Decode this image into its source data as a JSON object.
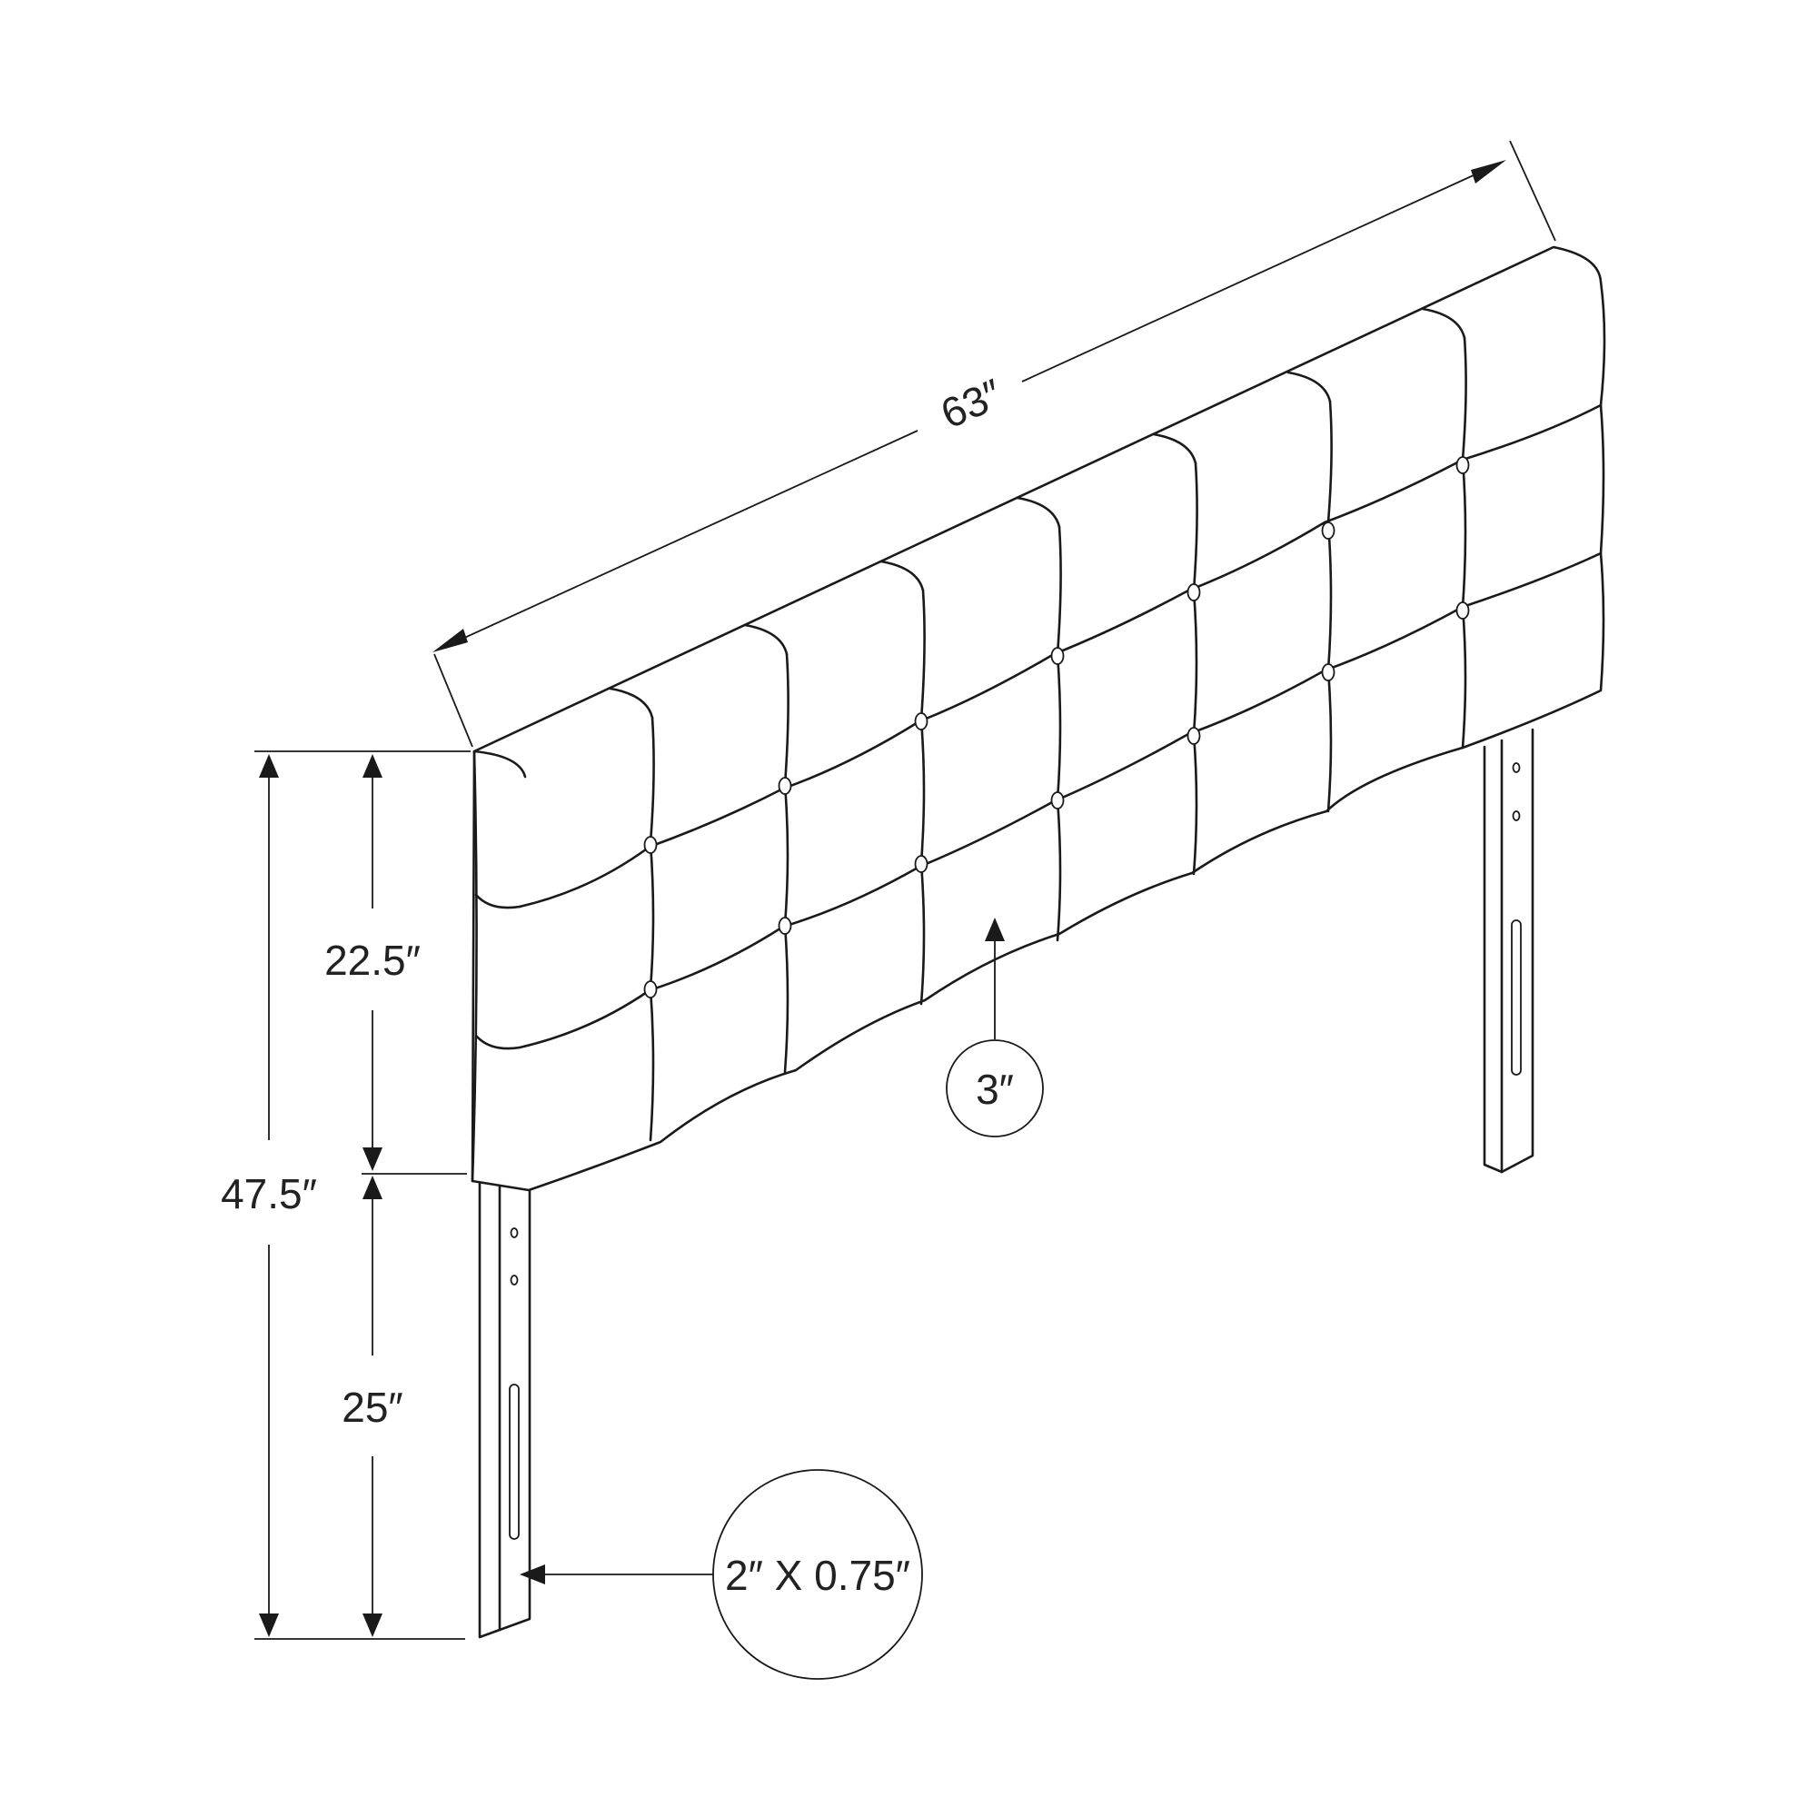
{
  "dimensions": {
    "width": "63″",
    "total_height": "47.5″",
    "panel_height": "22.5″",
    "leg_height": "25″",
    "thickness": "3″",
    "leg_size": "2″ X 0.75″"
  },
  "colors": {
    "line": "#1a1a1a",
    "text": "#222222",
    "background": "#ffffff"
  }
}
